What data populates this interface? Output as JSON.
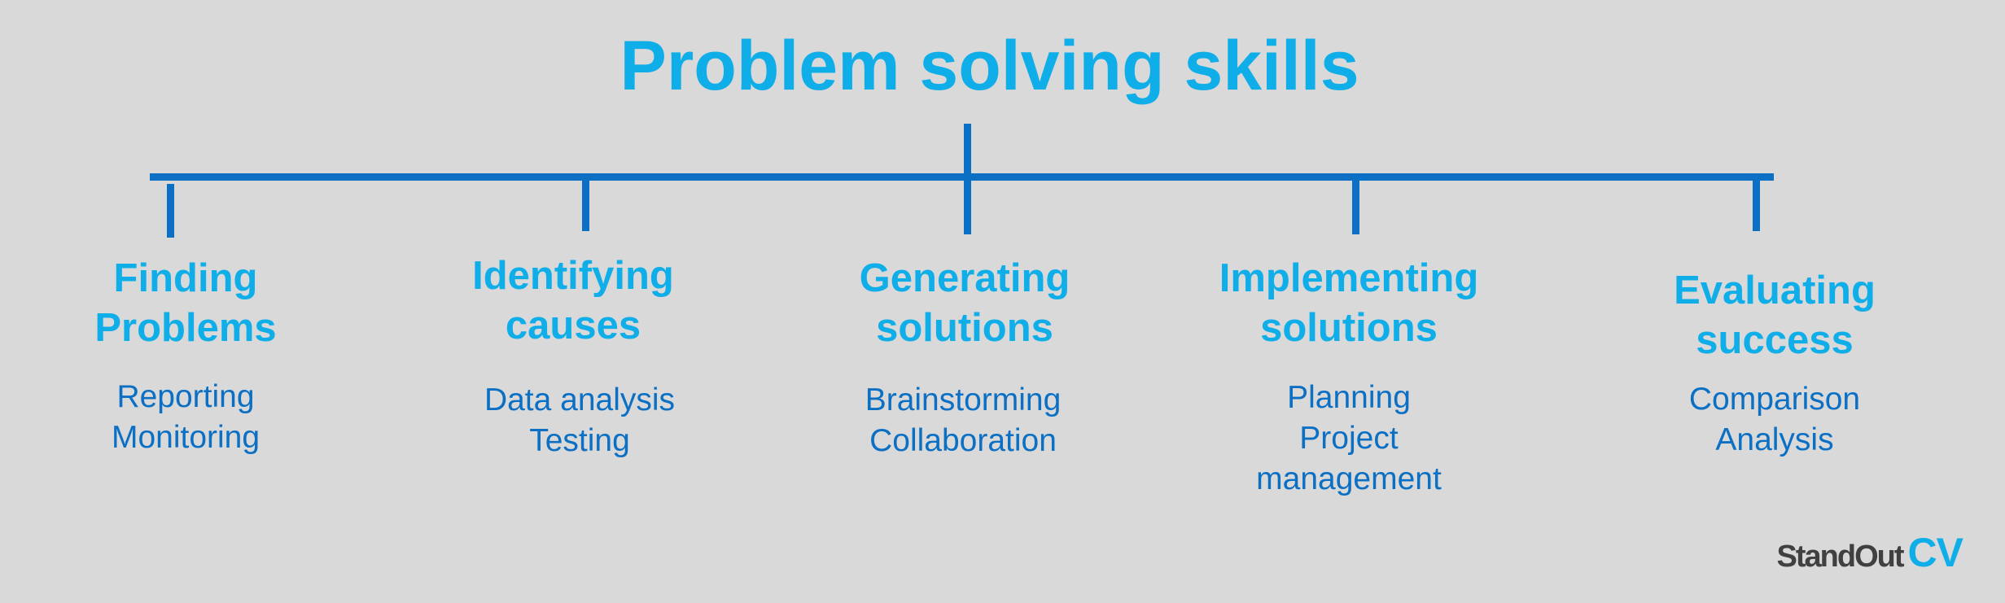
{
  "title": "Problem solving skills",
  "stages": [
    {
      "heading": [
        "Finding",
        "Problems"
      ],
      "items": [
        "Reporting",
        "Monitoring"
      ]
    },
    {
      "heading": [
        "Identifying",
        "causes"
      ],
      "items": [
        "Data analysis",
        "Testing"
      ]
    },
    {
      "heading": [
        "Generating",
        "solutions"
      ],
      "items": [
        "Brainstorming",
        "Collaboration"
      ]
    },
    {
      "heading": [
        "Implementing",
        "solutions"
      ],
      "items": [
        "Planning",
        "Project",
        "management"
      ]
    },
    {
      "heading": [
        "Evaluating",
        "success"
      ],
      "items": [
        "Comparison",
        "Analysis"
      ]
    }
  ],
  "brand": {
    "name": "StandOut",
    "suffix": "CV"
  },
  "colors": {
    "background": "#d9d9d9",
    "heading": "#10aee9",
    "line": "#0b6fc4",
    "items": "#0b6fc4",
    "brand_dark": "#404040"
  }
}
